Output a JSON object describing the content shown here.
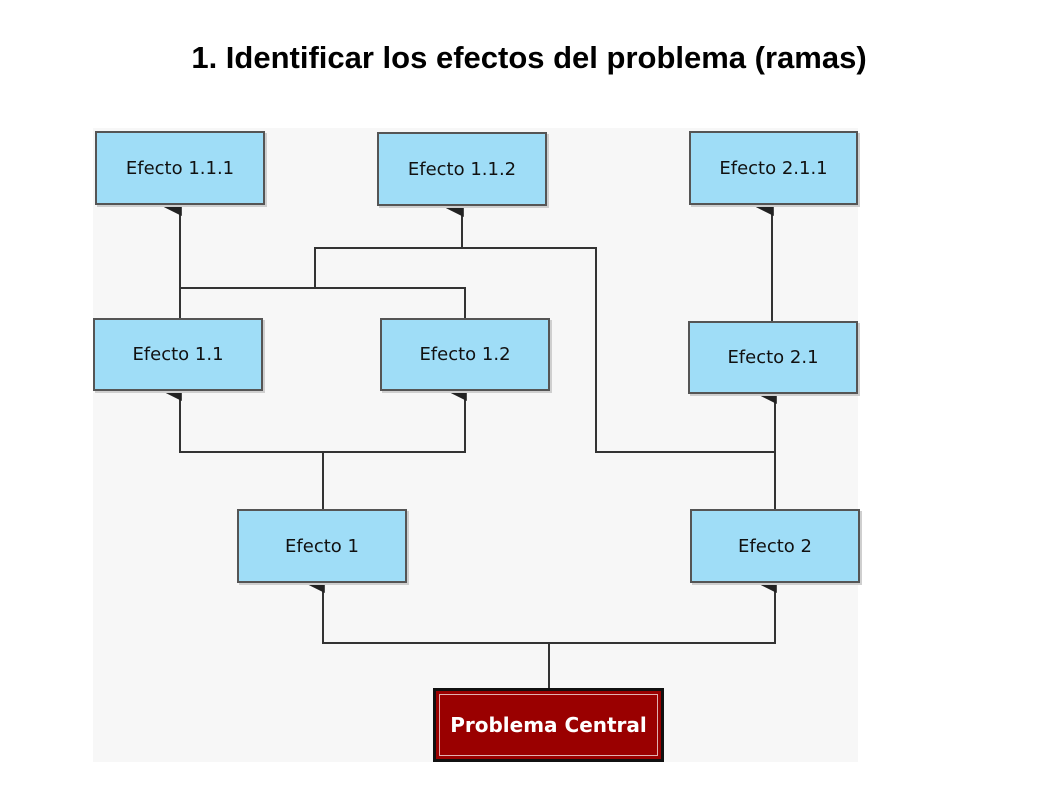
{
  "title": "1. Identificar los efectos del problema (ramas)",
  "nodes": {
    "central": "Problema Central",
    "e1": "Efecto 1",
    "e2": "Efecto 2",
    "e11": "Efecto 1.1",
    "e12": "Efecto 1.2",
    "e21": "Efecto 2.1",
    "e111": "Efecto 1.1.1",
    "e112": "Efecto 1.1.2",
    "e211": "Efecto 2.1.1"
  },
  "colors": {
    "box_fill": "#9fddf7",
    "central_fill": "#9a0000",
    "line": "#333333"
  }
}
